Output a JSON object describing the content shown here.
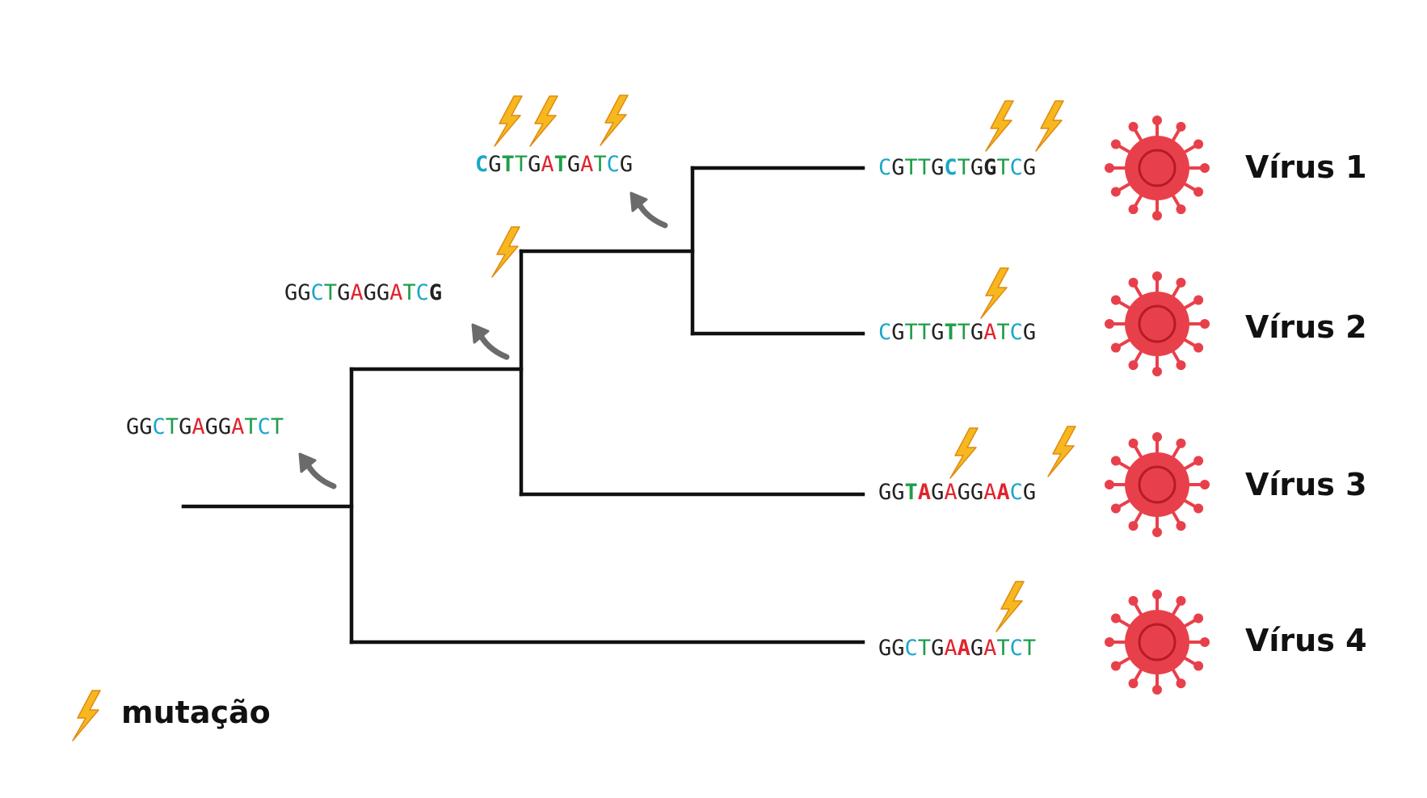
{
  "colors": {
    "branch": "#111111",
    "arrow": "#6b6b6b",
    "virus": "#e8404b",
    "virus_dark": "#b51c27",
    "bolt": "#f6b81e",
    "bolt_stroke": "#e08a10",
    "nucleotide": {
      "G": "#222222",
      "C": "#1aa7c8",
      "T": "#1e9e4a",
      "A": "#e0242c"
    }
  },
  "icons": {
    "mutation": "lightning-bolt-icon",
    "virus": "virus-icon",
    "ancestor_arrow": "curved-arrow-icon"
  },
  "ancestors": [
    {
      "id": "root",
      "sequence": "GGCTGAGGATCT",
      "mutations": 0
    },
    {
      "id": "node-a",
      "sequence": "GGCTGAGGATCG",
      "mutations": 1,
      "mutated_positions": [
        11
      ]
    },
    {
      "id": "node-b",
      "sequence": "CGTTGATGATCG",
      "mutations": 3,
      "mutated_positions": [
        0,
        2,
        6
      ]
    }
  ],
  "viruses": [
    {
      "label": "Vírus 1",
      "sequence": "CGTTGCTGGTCG",
      "mutations": 2,
      "mutated_positions": [
        5,
        8
      ]
    },
    {
      "label": "Vírus 2",
      "sequence": "CGTTGTTGATCG",
      "mutations": 1,
      "mutated_positions": [
        5
      ]
    },
    {
      "label": "Vírus 3",
      "sequence": "GGTAGAGGAACG",
      "mutations": 2,
      "mutated_positions": [
        2,
        3,
        9
      ]
    },
    {
      "label": "Vírus 4",
      "sequence": "GGCTGAAGATCT",
      "mutations": 1,
      "mutated_positions": [
        6
      ]
    }
  ],
  "legend": {
    "label": "mutação"
  }
}
